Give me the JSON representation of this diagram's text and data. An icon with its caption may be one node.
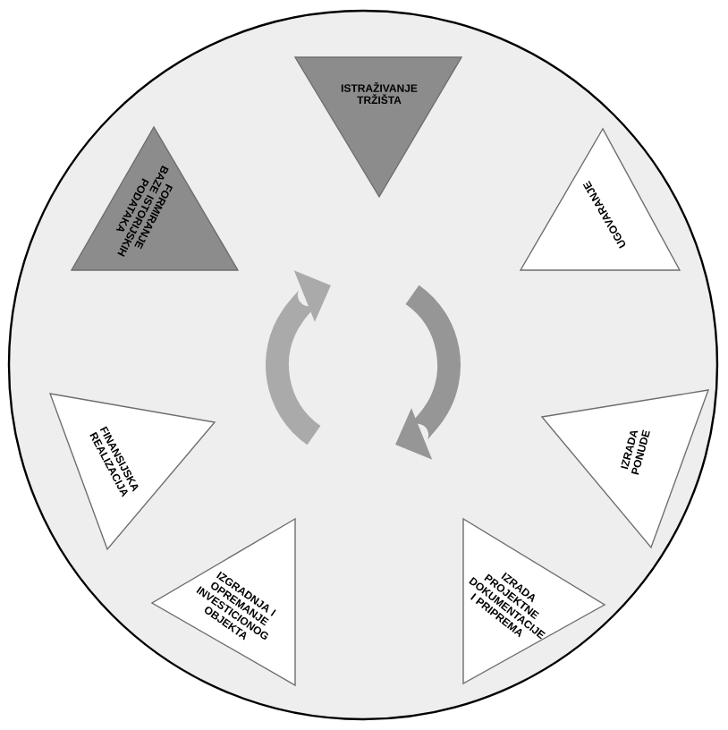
{
  "diagram": {
    "nodes": [
      {
        "text": [
          "ISTRAŽIVANJE TRŽIŠTA"
        ]
      },
      {
        "text": [
          "UGOVARANJE"
        ]
      },
      {
        "text": [
          "IZRADA PONUDE"
        ]
      },
      {
        "text": [
          "IZRADA PROJEKTNE DOKUMENTACIJE I PRIPREMA"
        ]
      },
      {
        "text": [
          "IZGRADNJA I OPREMANJE INVESTICIONOG OBJEKTA"
        ]
      },
      {
        "text": [
          "FINANSIJSKA REALIZACIJA"
        ]
      },
      {
        "text": [
          "FORMIRANJE BAZE ISTORIJSKIH PODATAKA"
        ]
      }
    ]
  }
}
